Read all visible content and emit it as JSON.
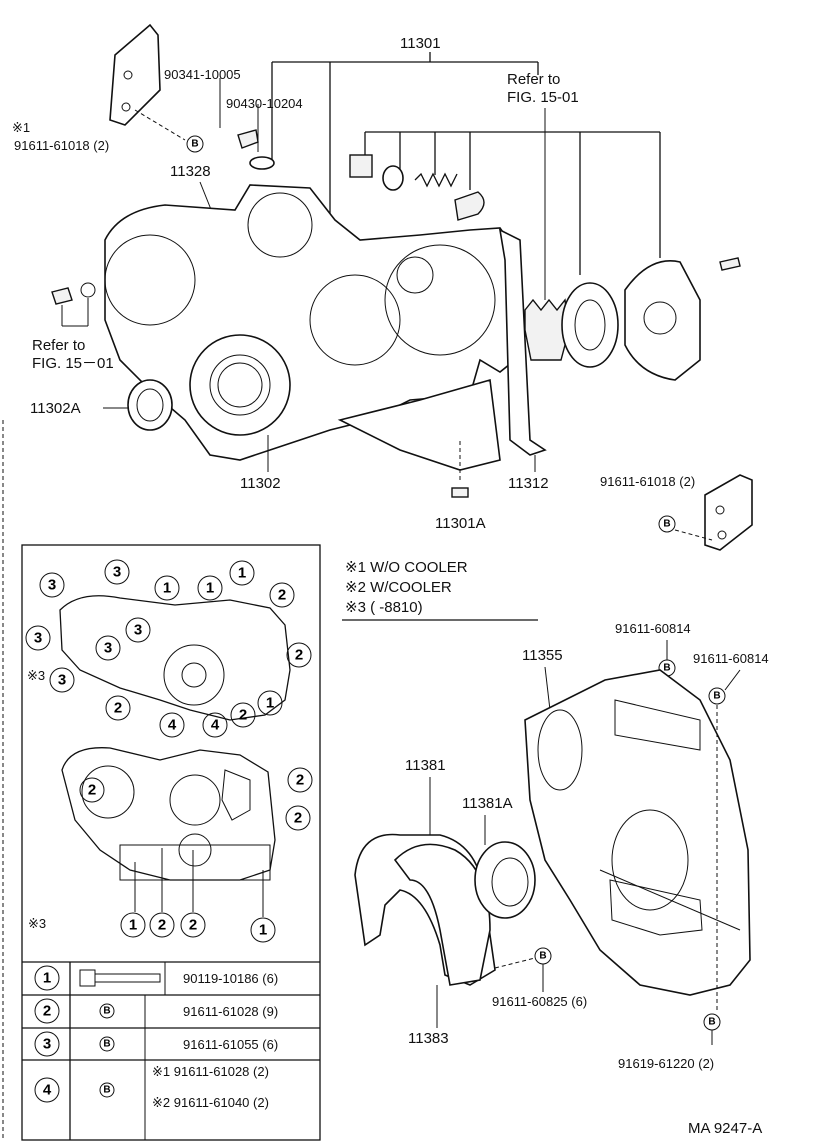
{
  "parts": {
    "p11301": "11301",
    "p90341": "90341-10005",
    "p90430": "90430-10204",
    "refer_top": "Refer to",
    "fig_top": "FIG. 15-01",
    "note1_mark": "※1",
    "p91611_61018_left": "91611-61018 (2)",
    "p11328": "11328",
    "refer_left": "Refer to",
    "fig_left": "FIG. 15－01",
    "p11302A": "11302A",
    "p11302": "11302",
    "p11312": "11312",
    "p11301A": "11301A",
    "p91611_61018_right": "91611-61018 (2)",
    "p91611_60814_a": "91611-60814",
    "p91611_60814_b": "91611-60814",
    "p11355": "11355",
    "p11381": "11381",
    "p11381A": "11381A",
    "p91611_60825": "91611-60825 (6)",
    "p11383": "11383",
    "p91619_61220": "91619-61220 (2)"
  },
  "notes": {
    "n1": "※1  W/O COOLER",
    "n2": "※2  W/COOLER",
    "n3": "※3  (        -8810)"
  },
  "bolt_marker": "B",
  "bolt_table": [
    {
      "num": "1",
      "part": "90119-10186 (6)"
    },
    {
      "num": "2",
      "part": "91611-61028 (9)"
    },
    {
      "num": "3",
      "part": "91611-61055 (6)"
    },
    {
      "num": "4",
      "part_a": "※1  91611-61028 (2)",
      "part_b": "※2  91611-61040 (2)"
    }
  ],
  "legend_marks": {
    "m1": "1",
    "m2": "2",
    "m3": "3",
    "m4": "4",
    "note3": "※3"
  },
  "footer": {
    "code": "MA 9247-A"
  }
}
